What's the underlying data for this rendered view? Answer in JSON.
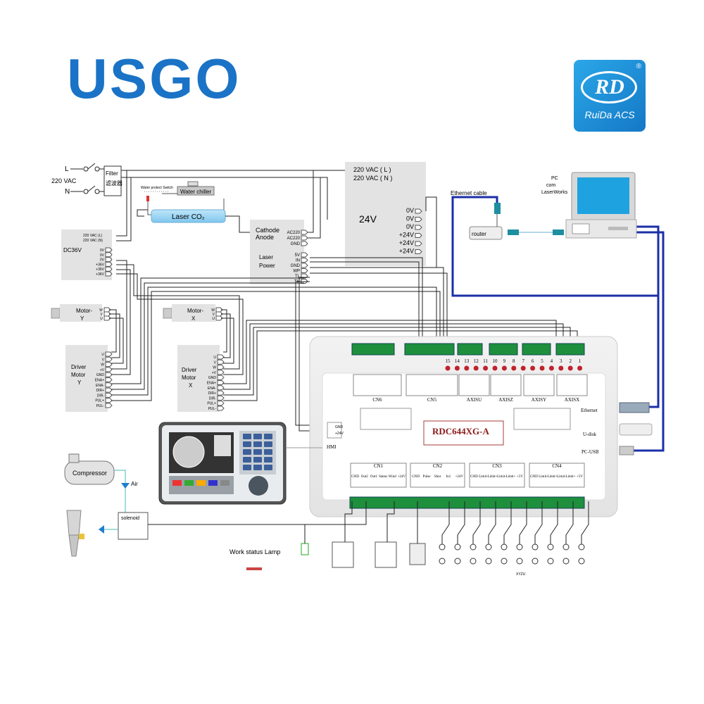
{
  "brand": {
    "name": "USGO"
  },
  "logo": {
    "mark": "RD",
    "subtitle": "RuiDa ACS",
    "registered": "®"
  },
  "mains": {
    "l": "L",
    "n": "N",
    "voltage": "220 VAC",
    "filter": "Filter",
    "filter_cn": "滤波器"
  },
  "water": {
    "switch_label": "Water protect Switch",
    "chiller": "Water chiller",
    "tube": "Laser CO₂"
  },
  "psu24": {
    "in_l": "220 VAC ( L )",
    "in_n": "220 VAC ( N )",
    "label": "24V",
    "outputs": [
      "0V",
      "0V",
      "0V",
      "+24V",
      "+24V",
      "+24V"
    ]
  },
  "dc36": {
    "label": "DC36V",
    "in": [
      "220 VAC (L)",
      "220 VAC (N)"
    ],
    "outputs": [
      "0V",
      "0V",
      "0V",
      "+36V",
      "+36V",
      "+36V"
    ]
  },
  "laser_power": {
    "label": "Laser Power",
    "cathode": "Cathode",
    "anode": "Anode",
    "ac_pins": [
      "AC220",
      "AC220",
      "GND"
    ],
    "ctrl_pins": [
      "5V",
      "IN",
      "GND",
      "WP",
      "TL",
      "TH"
    ]
  },
  "motor_y": {
    "label": "Motor- Y",
    "pins": [
      "W",
      "V",
      "U"
    ]
  },
  "motor_x": {
    "label": "Motor- X",
    "pins": [
      "W",
      "V",
      "U"
    ]
  },
  "driver_y": {
    "label": "Driver Motor Y",
    "pins": [
      "U",
      "V",
      "W",
      "+V",
      "GND",
      "ENA+",
      "ENA-",
      "DIR+",
      "DIR-",
      "PUL+",
      "PUL-"
    ]
  },
  "driver_x": {
    "label": "Driver Motor X",
    "pins": [
      "U",
      "V",
      "W",
      "+V",
      "GND",
      "ENA+",
      "ENA-",
      "DIR+",
      "DIR-",
      "PUL+",
      "PUL-"
    ]
  },
  "network": {
    "ethernet_cable": "Ethernet cable",
    "router": "router",
    "pc_label": "PC com LaserWorks"
  },
  "controller": {
    "model": "RDC644XG-A",
    "top_numbers": [
      "15",
      "14",
      "13",
      "12",
      "11",
      "10",
      "9",
      "8",
      "7",
      "6",
      "5",
      "4",
      "3",
      "2",
      "1"
    ],
    "top_ports": [
      "CN6",
      "CN5",
      "AXISU",
      "AXISZ",
      "AXISY",
      "AXISX"
    ],
    "hmi": "HMI",
    "hmi_pins": [
      "GND",
      "+24V"
    ],
    "ethernet": "Ethernet",
    "udisk": "U-disk",
    "pcusb": "PC-USB",
    "bottom_ports": [
      "CN1",
      "CN2",
      "CN3",
      "CN4"
    ],
    "cn1_pins": [
      "GND",
      "Out2",
      "Out1",
      "Status",
      "Wind",
      "+24V"
    ],
    "cn2_pins": [
      "GND",
      "Pulse",
      "Shut",
      "In1",
      "+24V"
    ],
    "cn3_pins": [
      "GND",
      "Limit-",
      "Limit+",
      "Limit-",
      "Limit+",
      "+5V"
    ],
    "cn4_pins": [
      "GND",
      "Limit-",
      "Limit+",
      "Limit-",
      "Limit+",
      "+5V"
    ]
  },
  "compressor": {
    "label": "Compressor",
    "air": "Air"
  },
  "solenoid": {
    "label": "solenoid"
  },
  "lamp": {
    "label": "Work status Lamp"
  },
  "bottom_note": "XYZU"
}
